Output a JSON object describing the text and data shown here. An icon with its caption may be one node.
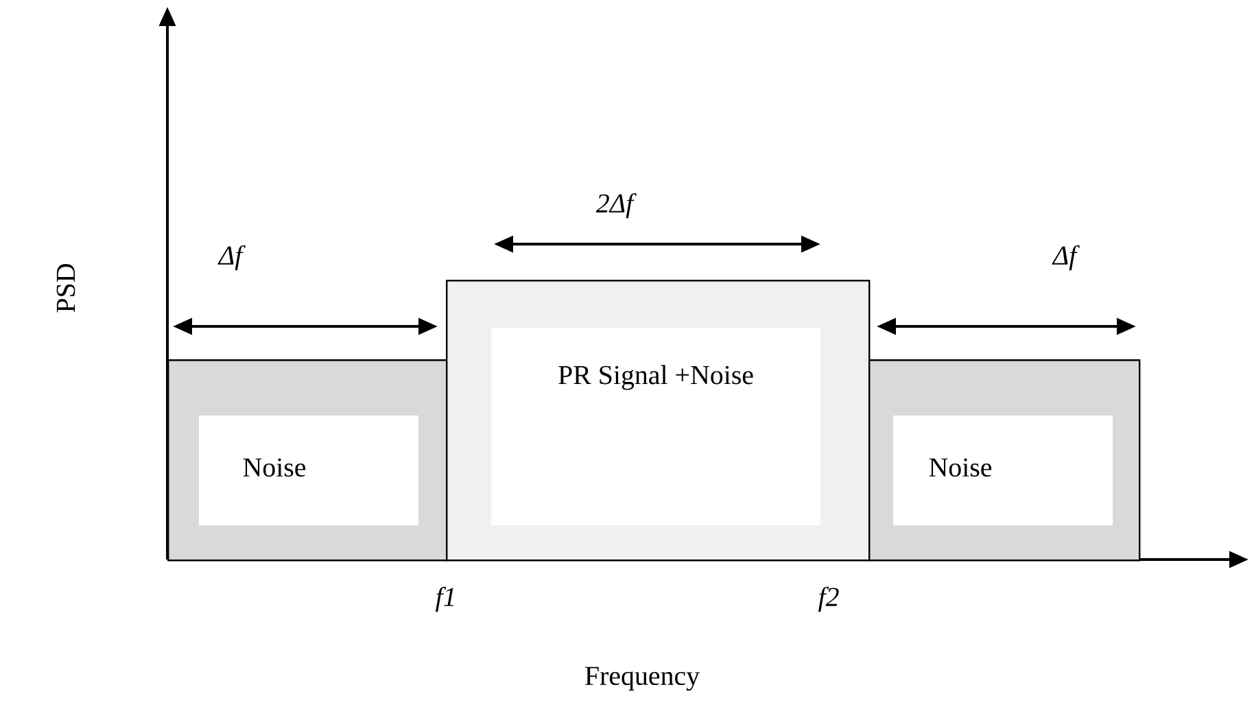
{
  "diagram": {
    "nodes": [
      {
        "text": [
          "Noise"
        ]
      },
      {
        "text": [
          "PR Signal +Noise"
        ]
      },
      {
        "text": [
          "Noise"
        ]
      }
    ],
    "labels": [
      "PSD",
      "Δf",
      "2Δf",
      "Δf",
      "f1",
      "f2",
      "Frequency"
    ]
  }
}
